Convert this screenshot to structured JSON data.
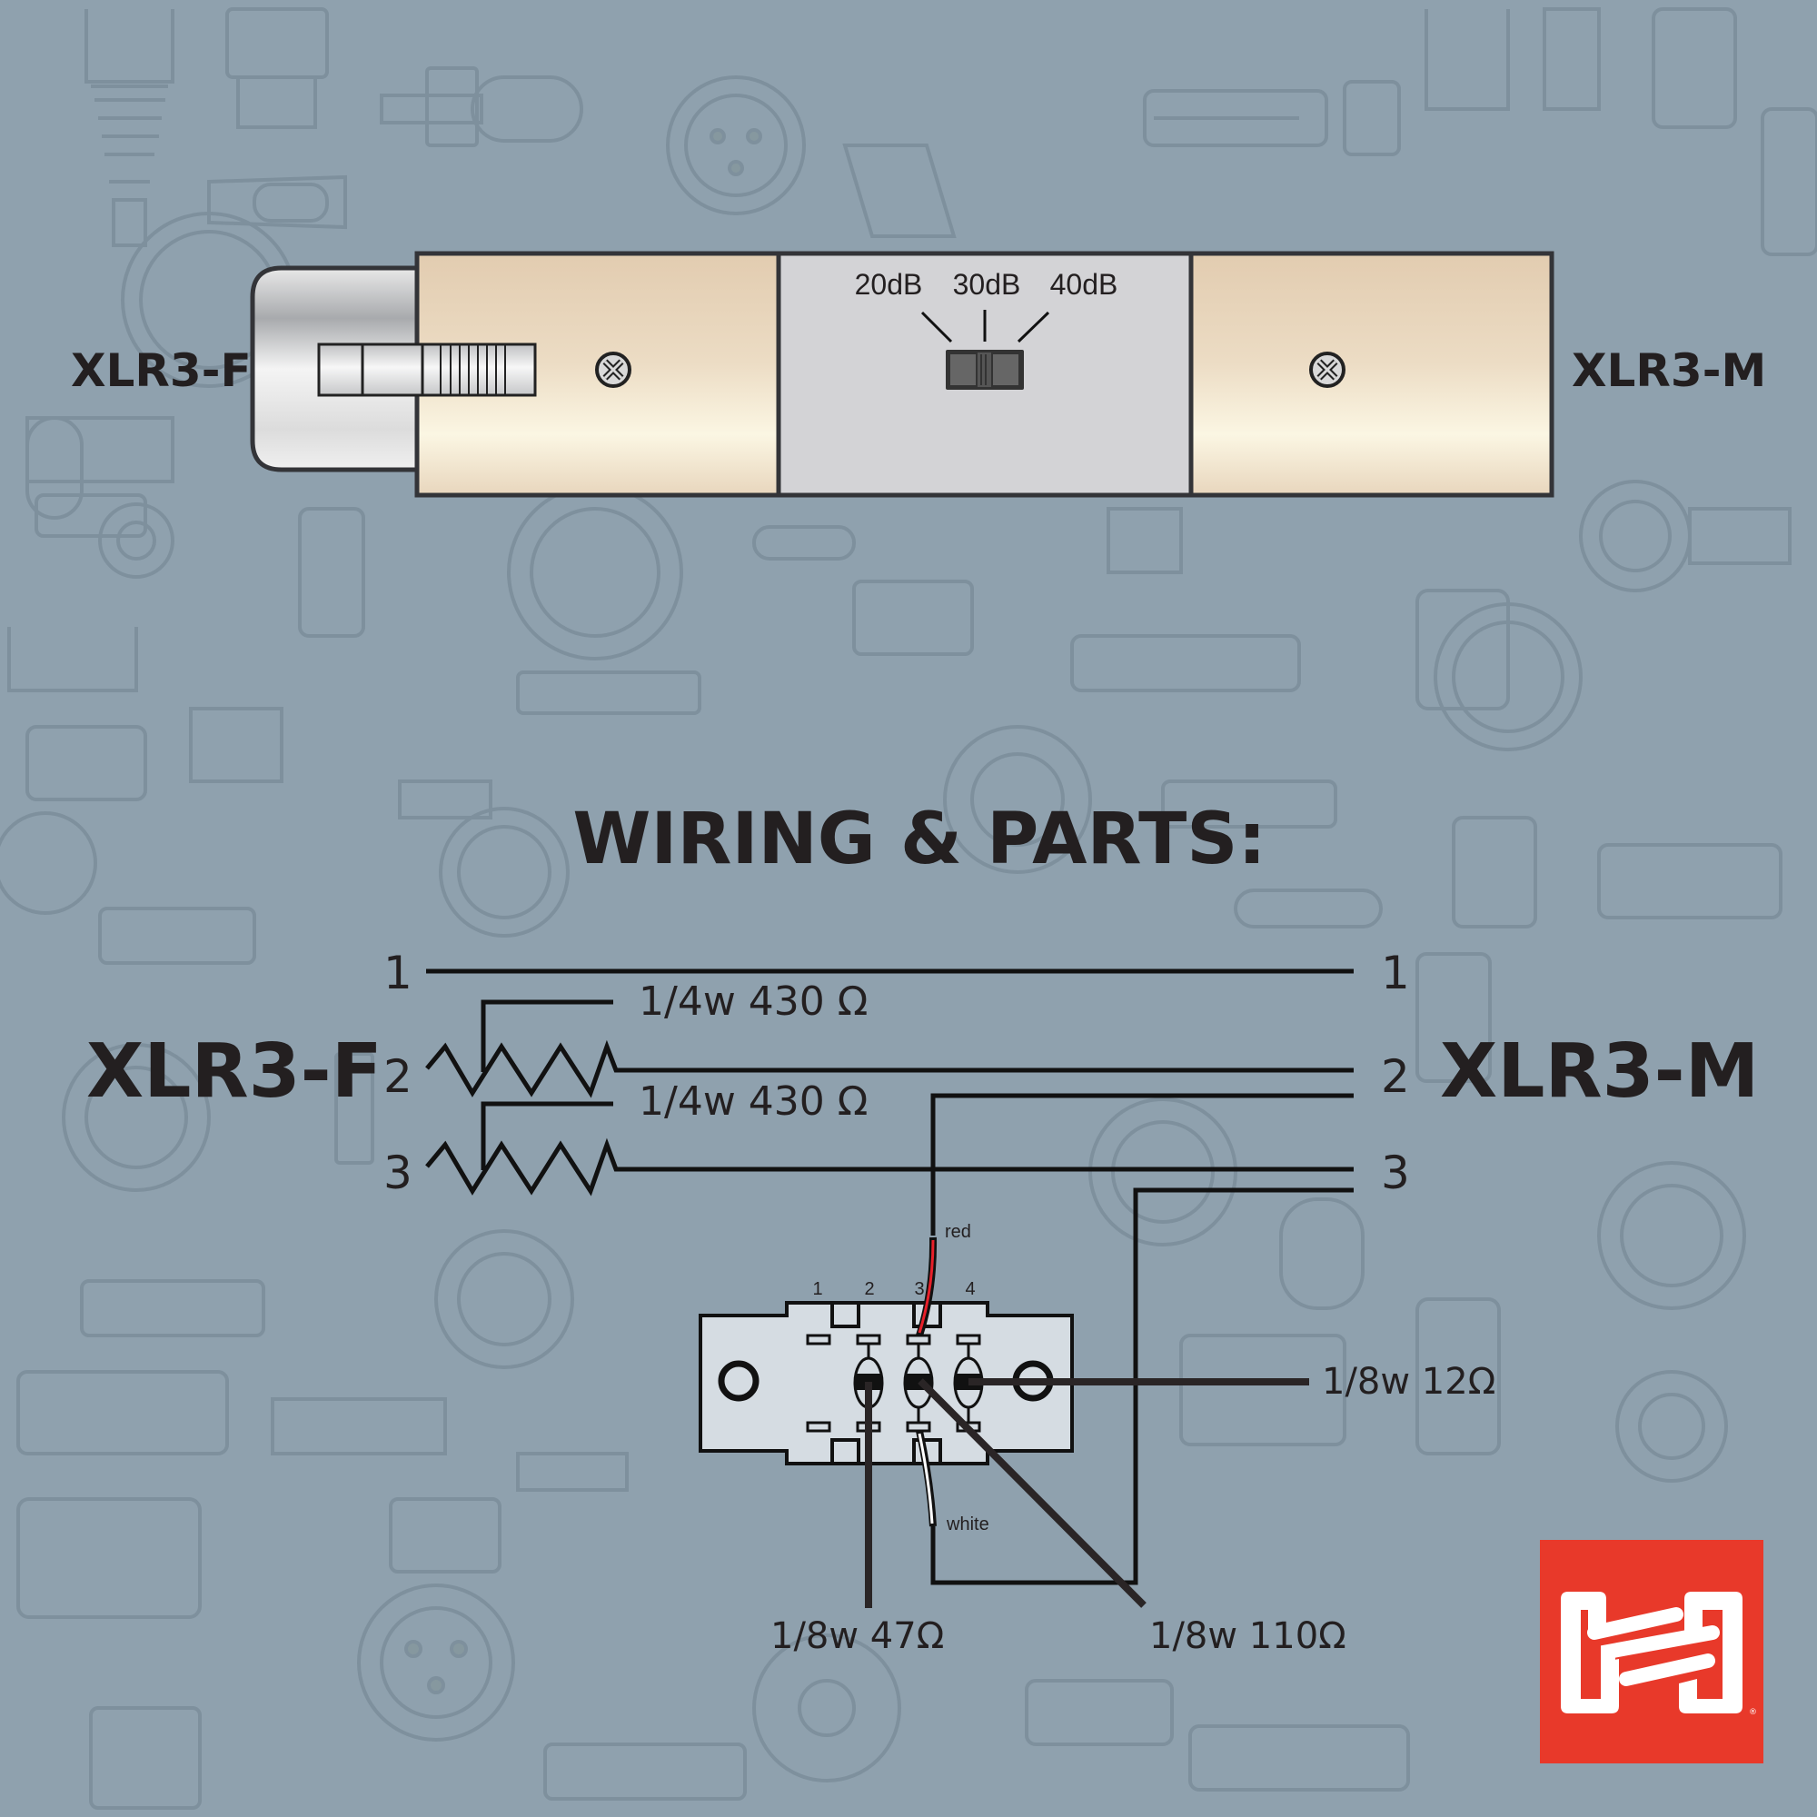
{
  "colors": {
    "background": "#8fa1ae",
    "pattern_stroke": "#7e909d",
    "housing_tan_top": "#e2ccb0",
    "housing_tan_mid": "#fbf6e3",
    "switch_panel": "#d3d3d6",
    "metal_light": "#f2f2f2",
    "metal_dark": "#a8aaad",
    "outline": "#333438",
    "text": "#231f20",
    "red_wire": "#e8202a",
    "logo_red": "#e8392a",
    "logo_white": "#ffffff",
    "pcb_fill": "#d5dce2"
  },
  "product": {
    "left_connector_label": "XLR3-F",
    "right_connector_label": "XLR3-M",
    "switch": {
      "options": [
        "20dB",
        "30dB",
        "40dB"
      ],
      "selected": "30dB"
    },
    "screw_icon": "phillips-screw-icon"
  },
  "wiring": {
    "title": "WIRING & PARTS:",
    "left_label": "XLR3-F",
    "right_label": "XLR3-M",
    "left_pins": [
      "1",
      "2",
      "3"
    ],
    "right_pins": [
      "1",
      "2",
      "3"
    ],
    "resistor_top_label": "1/4w 430 Ω",
    "resistor_bottom_label": "1/4w 430 Ω",
    "switch_pin_labels": [
      "1",
      "2",
      "3",
      "4"
    ],
    "wire_red_label": "red",
    "wire_white_label": "white",
    "part_12": "1/8w 12Ω",
    "part_47": "1/8w 47Ω",
    "part_110": "1/8w 110Ω"
  },
  "brand": {
    "logo": "hosa-logo-icon",
    "registered_mark": "®"
  }
}
